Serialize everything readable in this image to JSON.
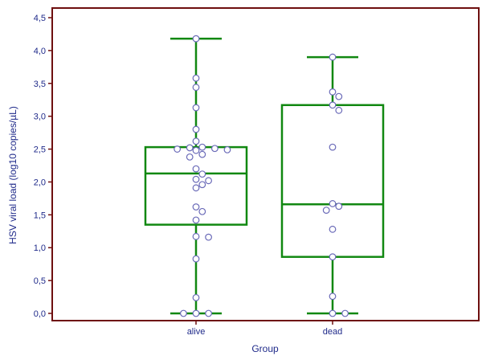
{
  "chart_data": {
    "type": "box",
    "xlabel": "Group",
    "ylabel": "HSV viral load (log10 copies/µL)",
    "ylim": [
      0,
      4.5
    ],
    "yticks": [
      "0,0",
      "0,5",
      "1,0",
      "1,5",
      "2,0",
      "2,5",
      "3,0",
      "3,5",
      "4,0",
      "4,5"
    ],
    "ytick_values": [
      0,
      0.5,
      1.0,
      1.5,
      2.0,
      2.5,
      3.0,
      3.5,
      4.0,
      4.5
    ],
    "categories": [
      "alive",
      "dead"
    ],
    "grid": false,
    "groups": [
      {
        "name": "alive",
        "min": 0.0,
        "q1": 1.35,
        "median": 2.13,
        "q3": 2.53,
        "max": 4.18,
        "points": [
          4.18,
          3.58,
          3.44,
          3.13,
          2.8,
          2.62,
          2.53,
          2.52,
          2.51,
          2.5,
          2.49,
          2.48,
          2.42,
          2.38,
          2.2,
          2.12,
          2.04,
          2.02,
          1.96,
          1.91,
          1.62,
          1.55,
          1.42,
          1.17,
          1.16,
          0.83,
          0.24,
          0.0,
          0.0,
          0.0
        ]
      },
      {
        "name": "dead",
        "min": 0.0,
        "q1": 0.86,
        "median": 1.66,
        "q3": 3.17,
        "max": 3.9,
        "points": [
          3.9,
          3.37,
          3.3,
          3.17,
          3.09,
          2.53,
          1.67,
          1.63,
          1.57,
          1.28,
          0.86,
          0.26,
          0.0,
          0.0
        ]
      }
    ],
    "colors": {
      "box": "#118811",
      "frame": "#6e0f0f",
      "point_fill": "#ffffff",
      "point_stroke": "#6a6ab8",
      "text": "#1f2a8a"
    }
  }
}
